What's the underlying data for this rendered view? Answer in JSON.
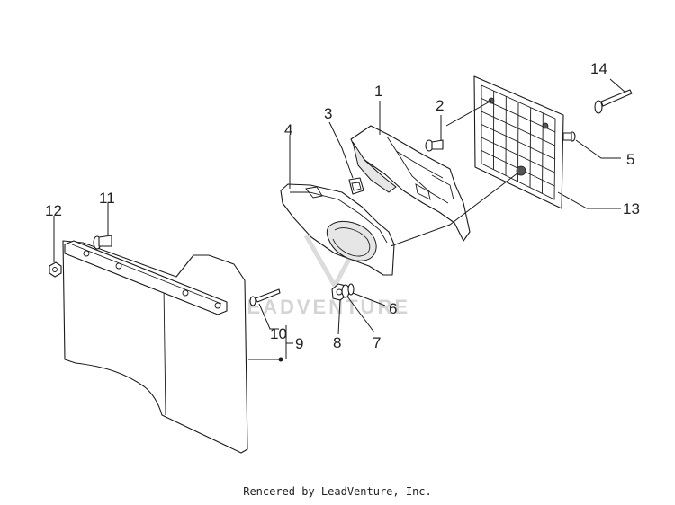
{
  "watermark": "LEADVENTURE",
  "footer": "Rencered by LeadVenture, Inc.",
  "callouts": {
    "c1": "1",
    "c2": "2",
    "c3": "3",
    "c4": "4",
    "c5": "5",
    "c6": "6",
    "c7": "7",
    "c8": "8",
    "c9": "9",
    "c10": "10",
    "c11": "11",
    "c12": "12",
    "c13": "13",
    "c14": "14"
  }
}
